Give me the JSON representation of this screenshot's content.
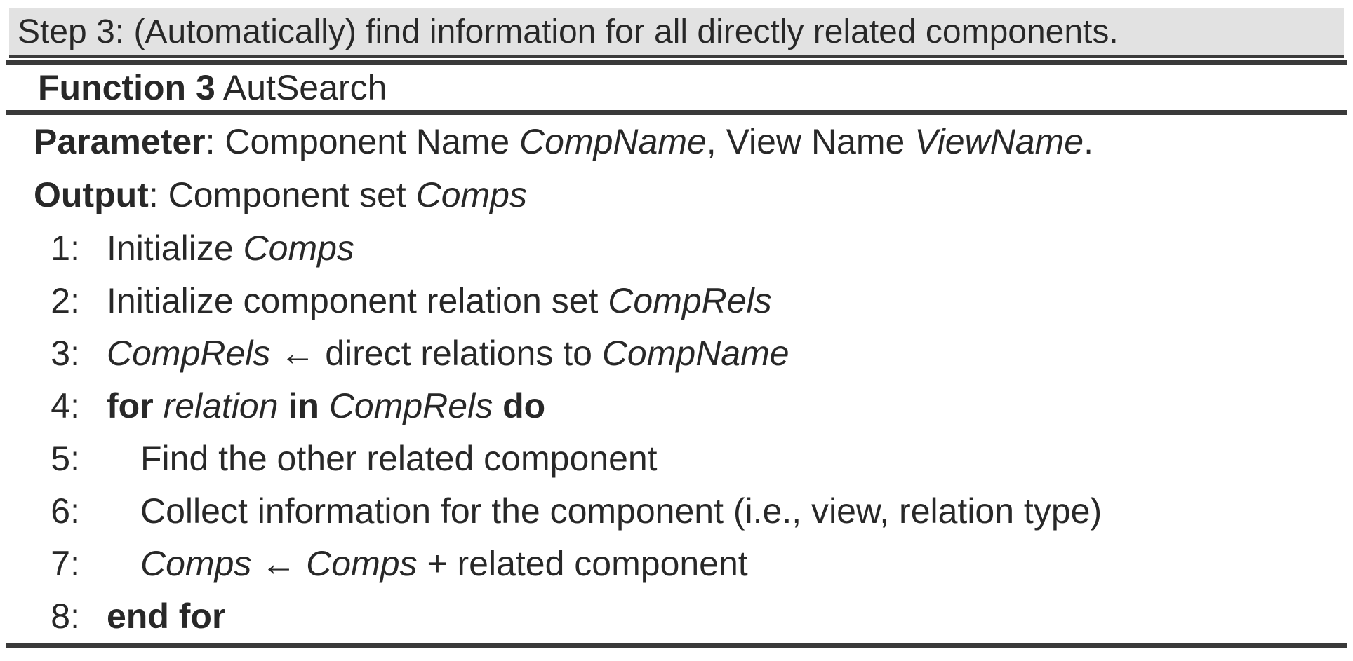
{
  "colors": {
    "highlight": "#e2e2e2",
    "rule": "#3a3a3a",
    "text": "#282828"
  },
  "header": {
    "text": "Step 3: (Automatically) find information for all directly related components."
  },
  "rows": {
    "function": [
      {
        "t": "Function 3",
        "s": "b"
      },
      {
        "t": " AutSearch",
        "s": "n"
      }
    ],
    "parameter": [
      {
        "t": "Parameter",
        "s": "b"
      },
      {
        "t": ": Component Name ",
        "s": "n"
      },
      {
        "t": "CompName",
        "s": "i"
      },
      {
        "t": ", View Name ",
        "s": "n"
      },
      {
        "t": "ViewName",
        "s": "i"
      },
      {
        "t": ".",
        "s": "n"
      }
    ],
    "output": [
      {
        "t": "Output",
        "s": "b"
      },
      {
        "t": ": Component set ",
        "s": "n"
      },
      {
        "t": "Comps",
        "s": "i"
      }
    ]
  },
  "code_lines": [
    {
      "num": "1:",
      "indent": 0,
      "segments": [
        {
          "t": "Initialize ",
          "s": "n"
        },
        {
          "t": "Comps",
          "s": "i"
        }
      ]
    },
    {
      "num": "2:",
      "indent": 0,
      "segments": [
        {
          "t": "Initialize component relation set ",
          "s": "n"
        },
        {
          "t": "CompRels",
          "s": "i"
        }
      ]
    },
    {
      "num": "3:",
      "indent": 0,
      "segments": [
        {
          "t": "CompRels",
          "s": "i"
        },
        {
          "t": " ← direct relations to ",
          "s": "n"
        },
        {
          "t": "CompName",
          "s": "i"
        }
      ]
    },
    {
      "num": "4:",
      "indent": 0,
      "segments": [
        {
          "t": "for",
          "s": "b"
        },
        {
          "t": " ",
          "s": "n"
        },
        {
          "t": "relation",
          "s": "i"
        },
        {
          "t": " ",
          "s": "n"
        },
        {
          "t": "in",
          "s": "b"
        },
        {
          "t": " ",
          "s": "n"
        },
        {
          "t": "CompRels",
          "s": "i"
        },
        {
          "t": " ",
          "s": "n"
        },
        {
          "t": "do",
          "s": "b"
        }
      ]
    },
    {
      "num": "5:",
      "indent": 1,
      "segments": [
        {
          "t": "Find the other related component",
          "s": "n"
        }
      ]
    },
    {
      "num": "6:",
      "indent": 1,
      "segments": [
        {
          "t": "Collect information for the component (i.e., view, relation type)",
          "s": "n"
        }
      ]
    },
    {
      "num": "7:",
      "indent": 1,
      "segments": [
        {
          "t": "Comps",
          "s": "i"
        },
        {
          "t": " ← ",
          "s": "n"
        },
        {
          "t": "Comps",
          "s": "i"
        },
        {
          "t": " + related component",
          "s": "n"
        }
      ]
    },
    {
      "num": "8:",
      "indent": 0,
      "segments": [
        {
          "t": "end for",
          "s": "b"
        }
      ]
    }
  ]
}
